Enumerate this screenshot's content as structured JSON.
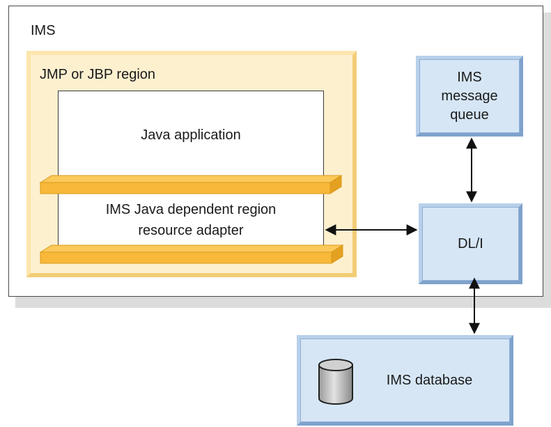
{
  "ims": {
    "label": "IMS"
  },
  "region": {
    "label": "JMP or JBP region"
  },
  "java_app": {
    "label": "Java application"
  },
  "adapter": {
    "label": "IMS Java dependent region\nresource adapter"
  },
  "message_queue": {
    "label": "IMS\nmessage\nqueue"
  },
  "dli": {
    "label": "DL/I"
  },
  "database": {
    "label": "IMS database"
  },
  "colors": {
    "region_fill": "#fdf0cf",
    "region_border": "#fadf9a",
    "plank_fill": "#f8b83a",
    "blue_fill": "#d6e6f5",
    "blue_border": "#7fa2cc"
  }
}
